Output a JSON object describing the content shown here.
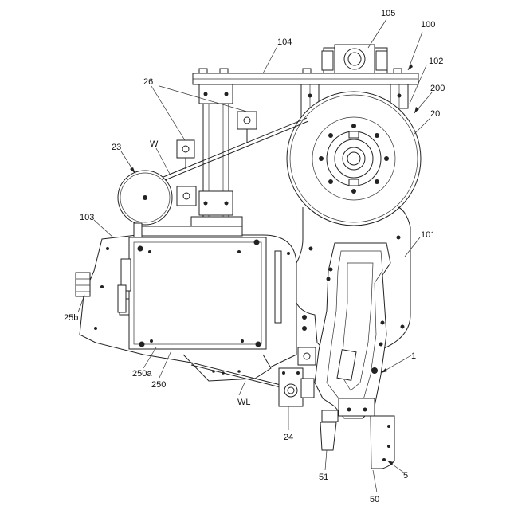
{
  "labels": {
    "l105": "105",
    "l100": "100",
    "l104": "104",
    "l102": "102",
    "l200": "200",
    "l26": "26",
    "l20": "20",
    "l23": "23",
    "lW": "W",
    "l103": "103",
    "l101": "101",
    "l25b": "25b",
    "l1": "1",
    "l250a": "250a",
    "l250": "250",
    "lWL": "WL",
    "l24": "24",
    "l51": "51",
    "l5": "5",
    "l50": "50"
  }
}
